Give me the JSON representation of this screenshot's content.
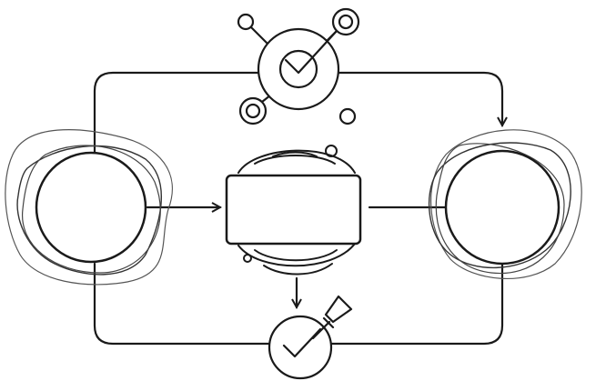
{
  "diagram": {
    "colors": {
      "stroke": "#1a1a1a",
      "blob": "#555555",
      "background": "#ffffff"
    },
    "nodes": [
      {
        "id": "left-node",
        "icon": "circle-with-blobs"
      },
      {
        "id": "center-node",
        "icon": "rectangle-with-rings"
      },
      {
        "id": "right-node",
        "icon": "circle-with-blobs"
      },
      {
        "id": "top-node",
        "icon": "check-hub"
      },
      {
        "id": "bottom-node",
        "icon": "check-with-pen"
      }
    ]
  }
}
